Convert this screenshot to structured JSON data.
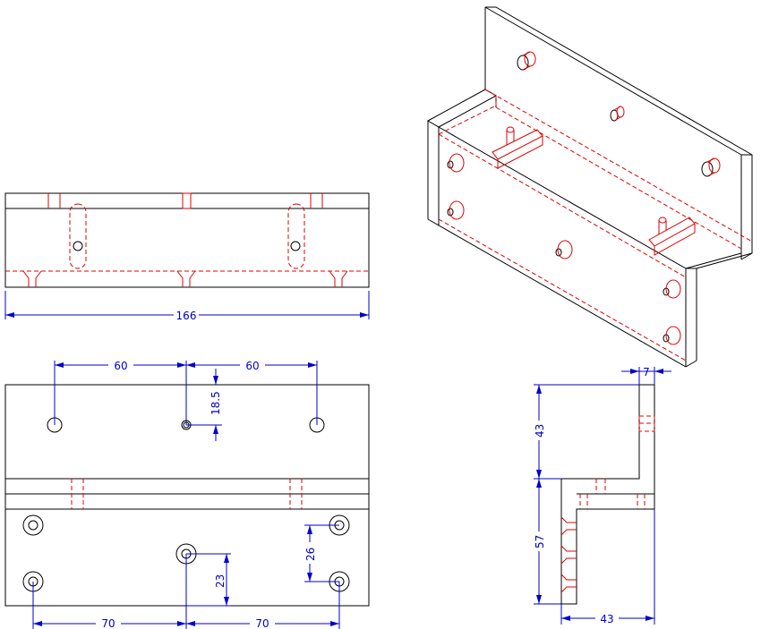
{
  "dimensions": {
    "top_width": "166",
    "front_left_spacing": "60",
    "front_right_spacing": "60",
    "front_hole_offset": "18.5",
    "bottom_left_spacing": "70",
    "bottom_right_spacing": "70",
    "bottom_vertical_offset": "23",
    "right_vertical_spacing": "26",
    "side_thickness": "7",
    "side_upper_height": "43",
    "side_lower_height": "57",
    "side_base_width": "43"
  },
  "colors": {
    "visible_edge": "#000000",
    "hidden_edge": "#e00000",
    "dimension": "#0000cc"
  }
}
